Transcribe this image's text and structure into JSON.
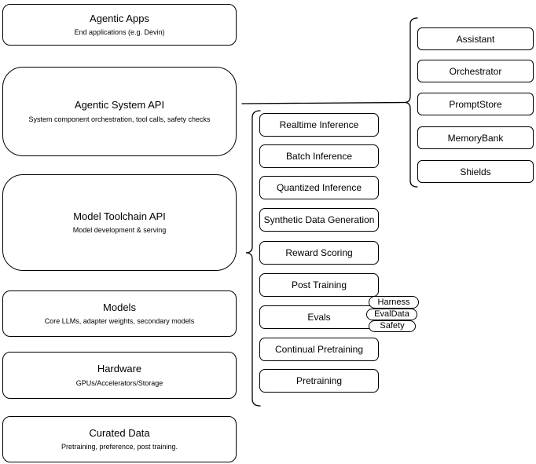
{
  "diagram": {
    "left_stack": [
      {
        "title": "Agentic Apps",
        "subtitle": "End applications (e.g. Devin)"
      },
      {
        "title": "Agentic System API",
        "subtitle": "System component orchestration, tool calls, safety checks"
      },
      {
        "title": "Model Toolchain API",
        "subtitle": "Model development & serving"
      },
      {
        "title": "Models",
        "subtitle": "Core LLMs, adapter weights, secondary models"
      },
      {
        "title": "Hardware",
        "subtitle": "GPUs/Accelerators/Storage"
      },
      {
        "title": "Curated Data",
        "subtitle": "Pretraining, preference, post training."
      }
    ],
    "toolchain_services": [
      "Realtime Inference",
      "Batch Inference",
      "Quantized Inference",
      "Synthetic Data Generation",
      "Reward Scoring",
      "Post Training",
      "Evals",
      "Continual Pretraining",
      "Pretraining"
    ],
    "eval_tags": [
      "Harness",
      "EvalData",
      "Safety"
    ],
    "system_components": [
      "Assistant",
      "Orchestrator",
      "PromptStore",
      "MemoryBank",
      "Shields"
    ],
    "colors": {
      "stroke": "#000000",
      "fill": "#ffffff",
      "text": "#000000"
    }
  }
}
